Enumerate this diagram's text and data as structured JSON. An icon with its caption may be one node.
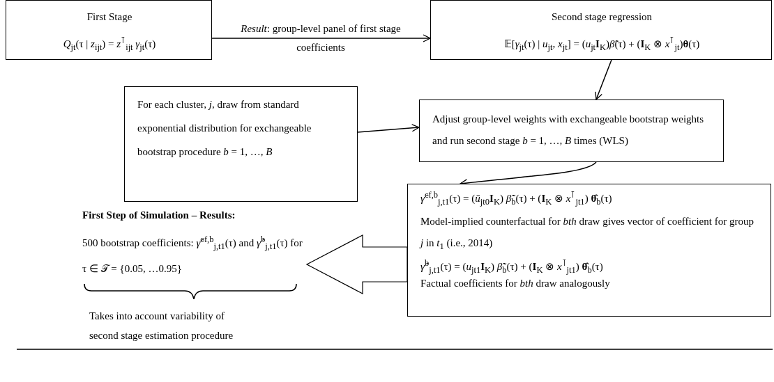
{
  "diagram": {
    "nodes": [
      {
        "text": [
          "First Stage",
          "*Q*$_{jt}$(τ | *z*$_{ijt}$) = *z*$^{⊺}$$_{ijt}$ *γ*$_{jt}$(τ)"
        ]
      },
      {
        "text": [
          "Second stage regression",
          "𝔼[*γ*$_{jt}$(τ) | *u*$_{jt}$, *x*$_{jt}$] = (*u*$_{jt}$**I**$_{K}$)*β̃*(τ) + (**I**$_{K}$ ⊗ *x*$^{⊺}$$_{jt}$)**θ**(τ)"
        ]
      },
      {
        "text": [
          "For each cluster, *j*, draw from standard exponential distribution for exchangeable bootstrap procedure *b* = 1, …, *B*"
        ]
      },
      {
        "text": [
          "Adjust group-level weights with exchangeable bootstrap weights and run second stage *b* = 1, …, *B* times (WLS)"
        ]
      },
      {
        "text": [
          "*γ̂*$^{cf,b}$$_{j,t1}$(τ) = (*ū*$_{jt0}$**I**$_{K}$) *β̃̃*$_{b}$(τ) + (**I**$_{K}$ ⊗ *x*$^{⊺}$$_{jt1}$) **θ̂**$_{b}$(τ)",
          "Model-implied counterfactual for *bth* draw gives vector of coefficient for group *j* in *t*$_{1}$ (i.e., 2014)",
          "*γ̂*$^{b}$$_{j,t1}$(τ) = (*u*$_{jt1}$**I**$_{K}$) *β̃̃*$_{b}$(τ) + (**I**$_{K}$ ⊗ *x*$^{⊺}$$_{jt1}$) **θ̂**$_{b}$(τ)",
          "Factual coefficients for *bth* draw analogously"
        ]
      },
      {
        "text": [
          "First Step of Simulation – Results:",
          "500 bootstrap coefficients: *γ̂*$^{cf,b}$$_{j,t1}$(τ) and *γ̂*$^{b}$$_{j,t1}$(τ) for τ ∈ 𝒯 = {0.05, …0.95}"
        ],
        "beside": [
          "Takes into account variability of second stage estimation procedure"
        ]
      }
    ],
    "edges": [
      {
        "from": 0,
        "to": 1,
        "arrow": "to",
        "label": "*Result*: group-level panel of first stage coefficients"
      },
      {
        "from": 1,
        "to": 3,
        "arrow": "to"
      },
      {
        "from": 2,
        "to": 3,
        "arrow": "to"
      },
      {
        "from": 3,
        "to": 4,
        "arrow": "to"
      },
      {
        "from": 4,
        "to": 5,
        "arrow": "to",
        "style": "thick"
      }
    ]
  }
}
